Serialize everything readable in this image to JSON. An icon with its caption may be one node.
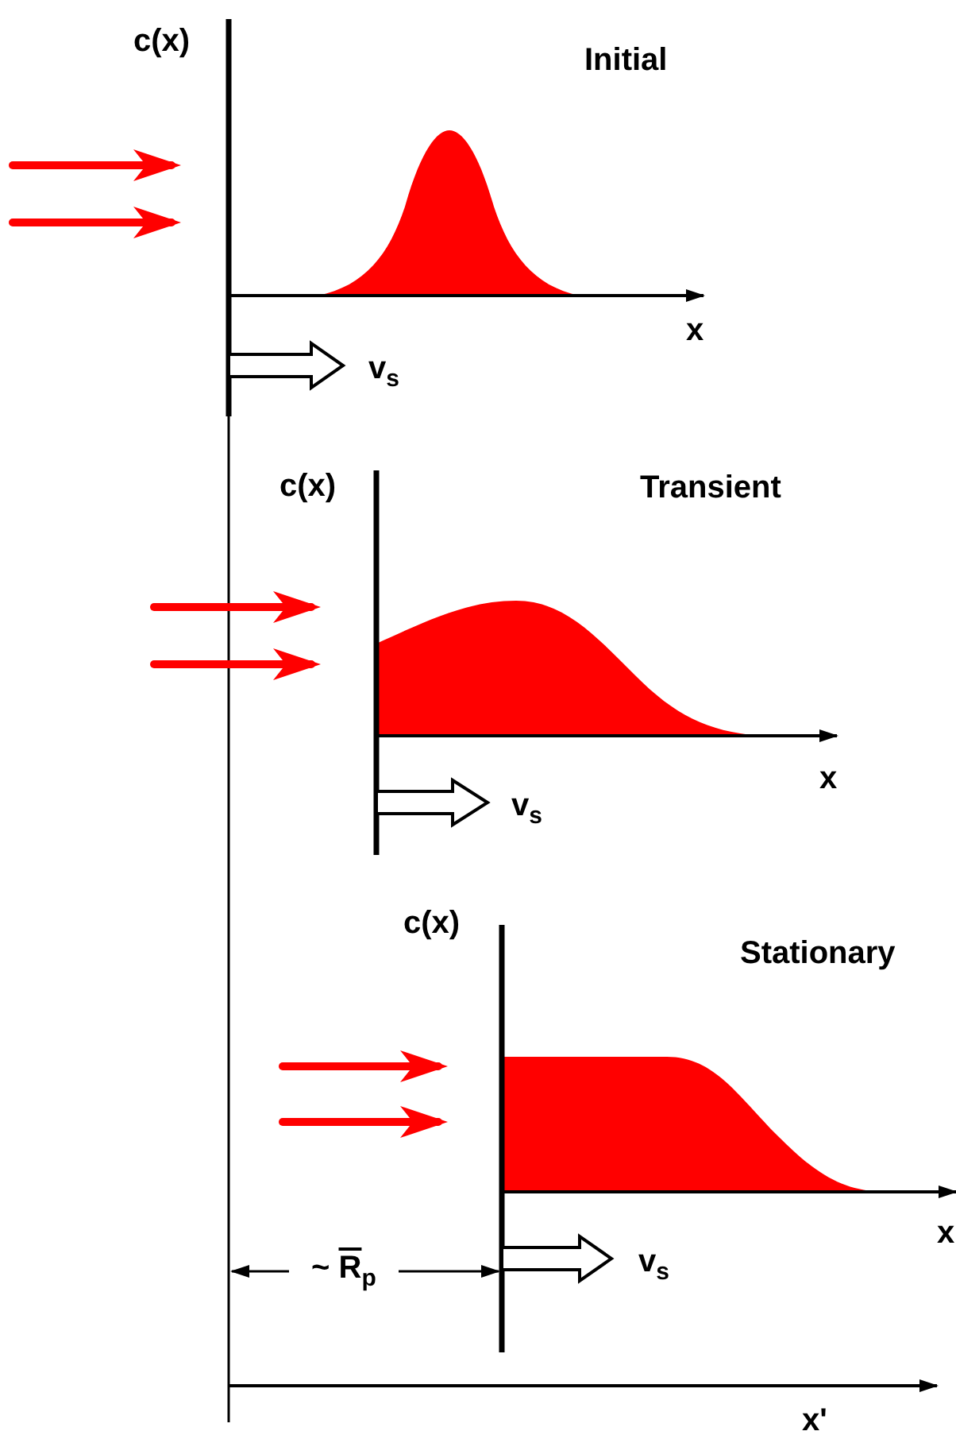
{
  "diagram": {
    "labels": [
      "c(x)",
      "Initial",
      "x",
      "v$_{s}$",
      "c(x)",
      "Transient",
      "x",
      "v$_{s}$",
      "c(x)",
      "Stationary",
      "x",
      "~ R$_{p}$",
      "v$_{s}$",
      "x'"
    ]
  }
}
